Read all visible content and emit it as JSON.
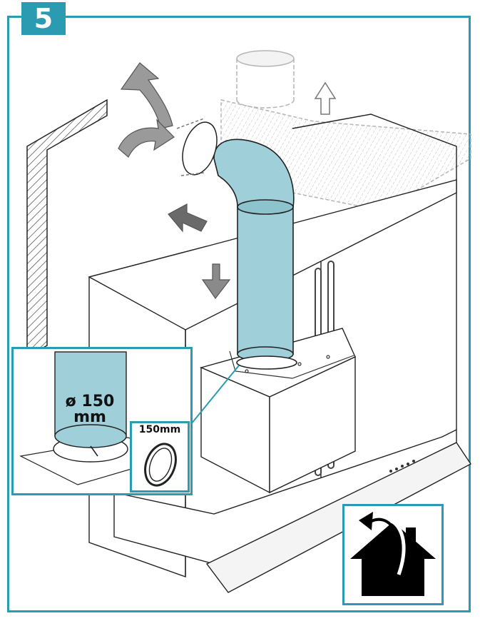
{
  "step": {
    "number": "5"
  },
  "inset": {
    "diameter_line1": "ø 150",
    "diameter_line2": "mm"
  },
  "sub_inset": {
    "label": "150mm"
  },
  "colors": {
    "accent": "#2a9bb0",
    "duct": "#9fcfd8",
    "line": "#222222",
    "ghost": "#bdbdbd"
  },
  "icons": [
    "step-number-badge",
    "exhaust-duct-icon",
    "house-exhaust-icon",
    "arrow-icon"
  ]
}
